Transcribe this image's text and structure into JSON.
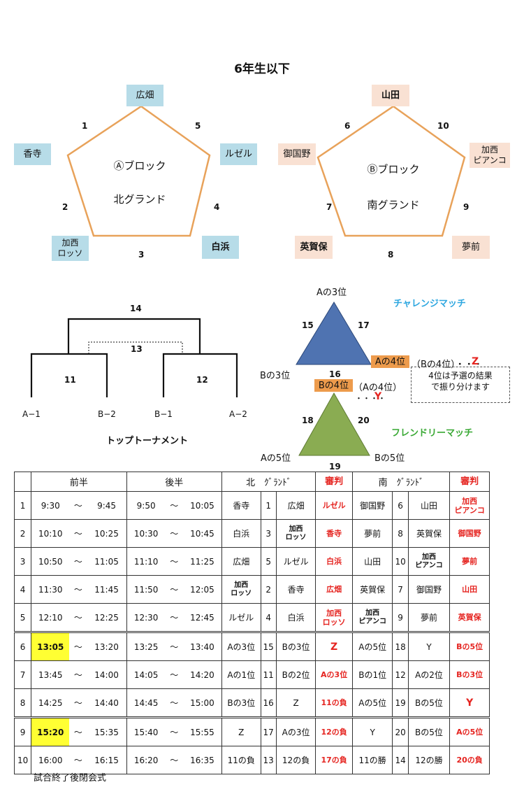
{
  "title": "6年生以下",
  "blockA": {
    "name": "Ⓐブロック",
    "ground": "北グランド",
    "teams": [
      "広畑",
      "香寺",
      "加西\nロッソ",
      "白浜",
      "ルゼル"
    ],
    "edges": [
      "1",
      "5",
      "2",
      "4",
      "3"
    ]
  },
  "blockB": {
    "name": "Ⓑブロック",
    "ground": "南グランド",
    "teams": [
      "山田",
      "御国野",
      "加西\nピアンコ",
      "英賀保",
      "夢前"
    ],
    "edges": [
      "6",
      "10",
      "7",
      "9",
      "8"
    ]
  },
  "tournament": {
    "title": "トップトーナメント",
    "final": "14",
    "third": "13",
    "semi_left": "11",
    "semi_right": "12",
    "leaves": [
      "A−1",
      "B−2",
      "B−1",
      "A−2"
    ]
  },
  "challenge": {
    "title": "チャレンジマッチ",
    "top": "Aの3位",
    "left": "Bの3位",
    "right_box": "Aの4位",
    "right_text": "（Bの4位）・・・",
    "right_mark": "Z",
    "e_left": "15",
    "e_right": "17",
    "e_bottom": "16"
  },
  "friendly": {
    "title": "フレンドリーマッチ",
    "top_box": "Bの4位",
    "top_text": "（Aの4位）",
    "top_dots": "・・・・",
    "top_mark": "Y",
    "left": "Aの5位",
    "right": "Bの5位",
    "e_left": "18",
    "e_right": "20",
    "e_bottom": "19"
  },
  "note": [
    "4位は予選の結果",
    "で振り分けます"
  ],
  "schedule": {
    "headers": {
      "first_half": "前半",
      "second_half": "後半",
      "north": "北　ｸﾞﾗﾝﾄﾞ",
      "referee": "審判",
      "south": "南　ｸﾞﾗﾝﾄﾞ",
      "referee2": "審判"
    },
    "tilde": "～",
    "rows": [
      {
        "no": "1",
        "s1": "9:30",
        "e1": "9:45",
        "s2": "9:50",
        "e2": "10:05",
        "n1": "香寺",
        "nn": "1",
        "n2": "広畑",
        "ref": "ルゼル",
        "s_1": "御国野",
        "sn": "6",
        "s_2": "山田",
        "ref2": "加西\nピアンコ"
      },
      {
        "no": "2",
        "s1": "10:10",
        "e1": "10:25",
        "s2": "10:30",
        "e2": "10:45",
        "n1": "白浜",
        "nn": "3",
        "n2": "加西\nロッソ",
        "ref": "香寺",
        "s_1": "夢前",
        "sn": "8",
        "s_2": "英賀保",
        "ref2": "御国野"
      },
      {
        "no": "3",
        "s1": "10:50",
        "e1": "11:05",
        "s2": "11:10",
        "e2": "11:25",
        "n1": "広畑",
        "nn": "5",
        "n2": "ルゼル",
        "ref": "白浜",
        "s_1": "山田",
        "sn": "10",
        "s_2": "加西\nピアンコ",
        "ref2": "夢前"
      },
      {
        "no": "4",
        "s1": "11:30",
        "e1": "11:45",
        "s2": "11:50",
        "e2": "12:05",
        "n1": "加西\nロッソ",
        "nn": "2",
        "n2": "香寺",
        "ref": "広畑",
        "s_1": "英賀保",
        "sn": "7",
        "s_2": "御国野",
        "ref2": "山田"
      },
      {
        "no": "5",
        "s1": "12:10",
        "e1": "12:25",
        "s2": "12:30",
        "e2": "12:45",
        "n1": "ルゼル",
        "nn": "4",
        "n2": "白浜",
        "ref": "加西\nロッソ",
        "s_1": "加西\nピアンコ",
        "sn": "9",
        "s_2": "夢前",
        "ref2": "英賀保"
      },
      {
        "no": "6",
        "s1": "13:05",
        "e1": "13:20",
        "s2": "13:25",
        "e2": "13:40",
        "n1": "Aの3位",
        "nn": "15",
        "n2": "Bの3位",
        "ref": "Z",
        "s_1": "Aの5位",
        "sn": "18",
        "s_2": "Y",
        "ref2": "Bの5位"
      },
      {
        "no": "7",
        "s1": "13:45",
        "e1": "14:00",
        "s2": "14:05",
        "e2": "14:20",
        "n1": "Aの1位",
        "nn": "11",
        "n2": "Bの2位",
        "ref": "Aの3位",
        "s_1": "Bの1位",
        "sn": "12",
        "s_2": "Aの2位",
        "ref2": "Bの3位"
      },
      {
        "no": "8",
        "s1": "14:25",
        "e1": "14:40",
        "s2": "14:45",
        "e2": "15:00",
        "n1": "Bの3位",
        "nn": "16",
        "n2": "Z",
        "ref": "11の負",
        "s_1": "Aの5位",
        "sn": "19",
        "s_2": "Bの5位",
        "ref2": "Y"
      },
      {
        "no": "9",
        "s1": "15:20",
        "e1": "15:35",
        "s2": "15:40",
        "e2": "15:55",
        "n1": "Z",
        "nn": "17",
        "n2": "Aの3位",
        "ref": "12の負",
        "s_1": "Y",
        "sn": "20",
        "s_2": "Bの5位",
        "ref2": "Aの5位"
      },
      {
        "no": "10",
        "s1": "16:00",
        "e1": "16:15",
        "s2": "16:20",
        "e2": "16:35",
        "n1": "11の負",
        "nn": "13",
        "n2": "12の負",
        "ref": "17の負",
        "s_1": "11の勝",
        "sn": "14",
        "s_2": "12の勝",
        "ref2": "20の負"
      }
    ]
  },
  "footer": "試合終了後閉会式",
  "colors": {
    "triangle_blue": "#4f73b1",
    "triangle_green": "#8aac52",
    "orange_box": "#ed9b4c",
    "highlight": "#ffff33",
    "red": "#e52420",
    "cyan_title": "#2ea7e0",
    "green_title": "#3aa935"
  }
}
